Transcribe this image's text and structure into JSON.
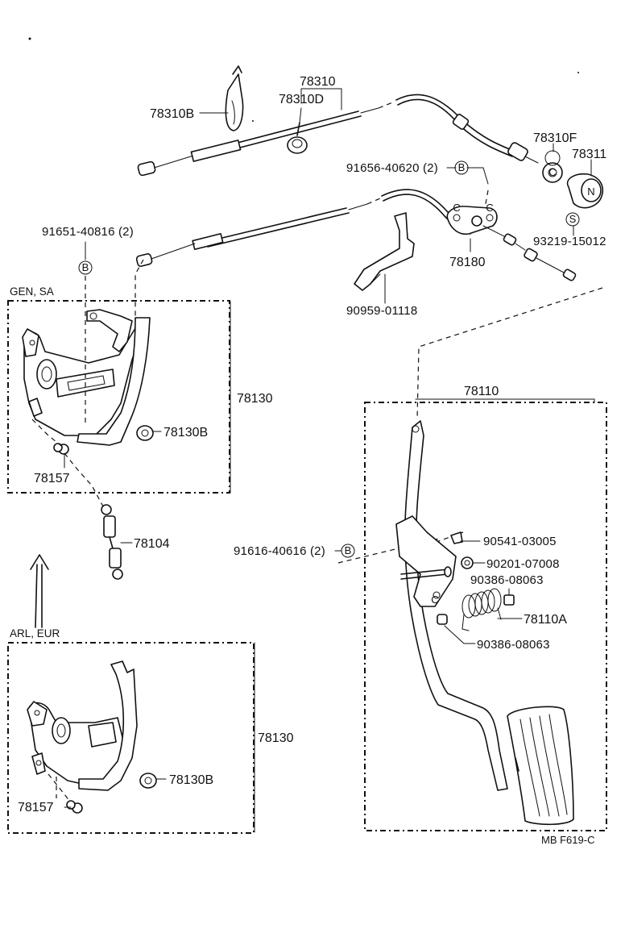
{
  "labels": {
    "p78310": "78310",
    "p78310D": "78310D",
    "p78310B": "78310B",
    "p78310F": "78310F",
    "p78311": "78311",
    "p91656": "91656-40620 (2)",
    "p91651": "91651-40816 (2)",
    "p93219": "93219-15012",
    "p78180": "78180",
    "p90959": "90959-01118",
    "p78130_top": "78130",
    "p78130B_top": "78130B",
    "p78157_top": "78157",
    "p78104": "78104",
    "p78110": "78110",
    "p90541": "90541-03005",
    "p91616": "91616-40616 (2)",
    "p90201": "90201-07008",
    "p90386a": "90386-08063",
    "p78110A": "78110A",
    "p90386b": "90386-08063",
    "p78130_bot": "78130",
    "p78130B_bot": "78130B",
    "p78157_bot": "78157",
    "figure_code": "MB F619-C"
  },
  "sections": {
    "gen_sa": "GEN, SA",
    "arl_eur": "ARL, EUR"
  },
  "markers": {
    "b": "B",
    "c": "C",
    "s": "S",
    "n": "N"
  }
}
